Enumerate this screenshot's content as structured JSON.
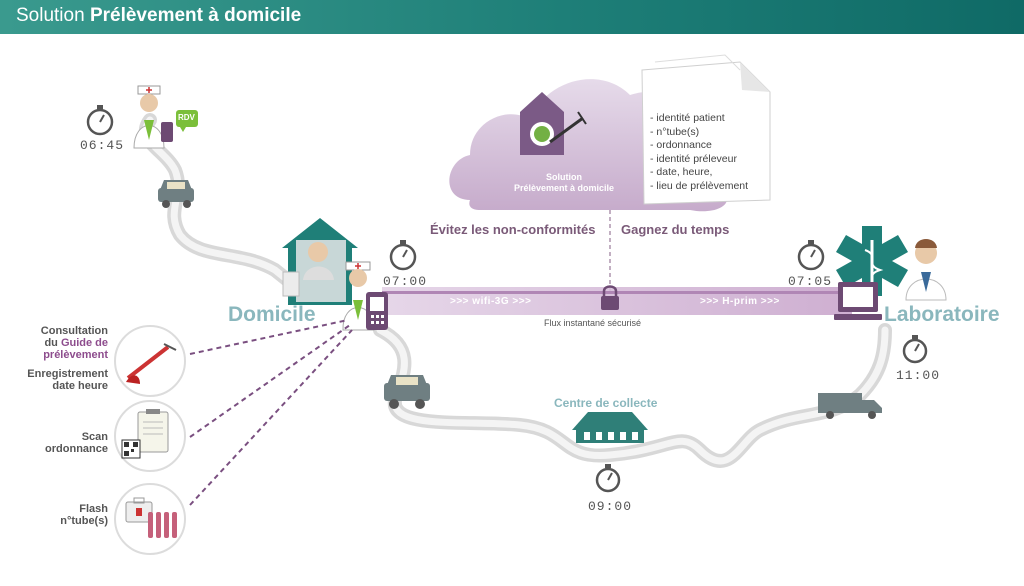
{
  "header": {
    "title_regular": "Solution ",
    "title_bold": "Prélèvement à domicile"
  },
  "cloud": {
    "title_line1": "Solution",
    "title_line2": "Prélèvement à domicile"
  },
  "document": {
    "items": [
      "- identité patient",
      "- n°tube(s)",
      "- ordonnance",
      "- identité préleveur",
      "- date, heure,",
      "- lieu de prélèvement"
    ]
  },
  "slogans": {
    "left": "Évitez les non-conformités",
    "right": "Gagnez du temps"
  },
  "places": {
    "home": "Domicile",
    "lab": "Laboratoire",
    "centre": "Centre de collecte"
  },
  "badges": {
    "rdv": "RDV"
  },
  "times": {
    "start": "06:45",
    "home": "07:00",
    "lab": "07:05",
    "lab_after": "11:00",
    "centre": "09:00"
  },
  "flow": {
    "left_label": ">>> wifi-3G >>>",
    "right_label": ">>> H-prim >>>",
    "secure": "Flux instantané sécurisé"
  },
  "steps": {
    "consult_line1": "Consultation",
    "consult_line2_prefix": "du ",
    "consult_line2_hl": "Guide de",
    "consult_line3_hl": "prélèvement",
    "record_line1": "Enregistrement",
    "record_line2": "date heure",
    "scan_line1": "Scan",
    "scan_line2": "ordonnance",
    "flash_line1": "Flash",
    "flash_line2": "n°tube(s)"
  }
}
